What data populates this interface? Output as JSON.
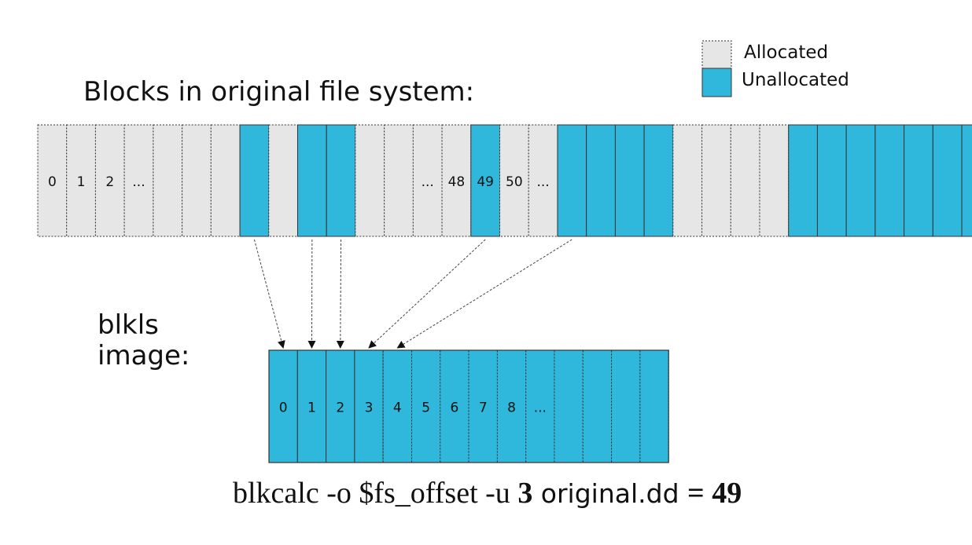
{
  "colors": {
    "allocated": "#e6e6e6",
    "unallocated": "#30b8dc",
    "border": "#333333",
    "text": "#111111"
  },
  "titles": {
    "original": "Blocks in original file system:",
    "blkls_line1": "blkls",
    "blkls_line2": "image:"
  },
  "legend": {
    "allocated_label": "Allocated",
    "unallocated_label": "Unallocated"
  },
  "original_fs": {
    "blocks": [
      {
        "type": "allocated",
        "label": "0"
      },
      {
        "type": "allocated",
        "label": "1"
      },
      {
        "type": "allocated",
        "label": "2"
      },
      {
        "type": "allocated",
        "label": "..."
      },
      {
        "type": "allocated",
        "label": ""
      },
      {
        "type": "allocated",
        "label": ""
      },
      {
        "type": "allocated",
        "label": ""
      },
      {
        "type": "unallocated",
        "label": ""
      },
      {
        "type": "allocated",
        "label": ""
      },
      {
        "type": "unallocated",
        "label": ""
      },
      {
        "type": "unallocated",
        "label": ""
      },
      {
        "type": "allocated",
        "label": ""
      },
      {
        "type": "allocated",
        "label": ""
      },
      {
        "type": "allocated",
        "label": "..."
      },
      {
        "type": "allocated",
        "label": "48"
      },
      {
        "type": "unallocated",
        "label": "49"
      },
      {
        "type": "allocated",
        "label": "50"
      },
      {
        "type": "allocated",
        "label": "..."
      },
      {
        "type": "unallocated",
        "label": ""
      },
      {
        "type": "unallocated",
        "label": ""
      },
      {
        "type": "unallocated",
        "label": ""
      },
      {
        "type": "unallocated",
        "label": ""
      },
      {
        "type": "allocated",
        "label": ""
      },
      {
        "type": "allocated",
        "label": ""
      },
      {
        "type": "allocated",
        "label": ""
      },
      {
        "type": "allocated",
        "label": ""
      },
      {
        "type": "unallocated",
        "label": ""
      },
      {
        "type": "unallocated",
        "label": ""
      },
      {
        "type": "unallocated",
        "label": ""
      },
      {
        "type": "unallocated",
        "label": ""
      },
      {
        "type": "unallocated",
        "label": ""
      },
      {
        "type": "unallocated",
        "label": ""
      },
      {
        "type": "unallocated",
        "label": ""
      }
    ]
  },
  "blkls_image": {
    "blocks": [
      "0",
      "1",
      "2",
      "3",
      "4",
      "5",
      "6",
      "7",
      "8",
      "...",
      "",
      "",
      "",
      ""
    ]
  },
  "mappings": [
    {
      "from_block": 7,
      "to_block": 0
    },
    {
      "from_block": 9,
      "to_block": 1
    },
    {
      "from_block": 10,
      "to_block": 2
    },
    {
      "from_block": 15,
      "to_block": 3
    },
    {
      "from_block": 18,
      "to_block": 4
    }
  ],
  "formula": {
    "cmd": "blkcalc -o $fs_offset -u ",
    "unit_num": "3",
    "file": " original.dd ",
    "eq": "= ",
    "result": "49"
  }
}
